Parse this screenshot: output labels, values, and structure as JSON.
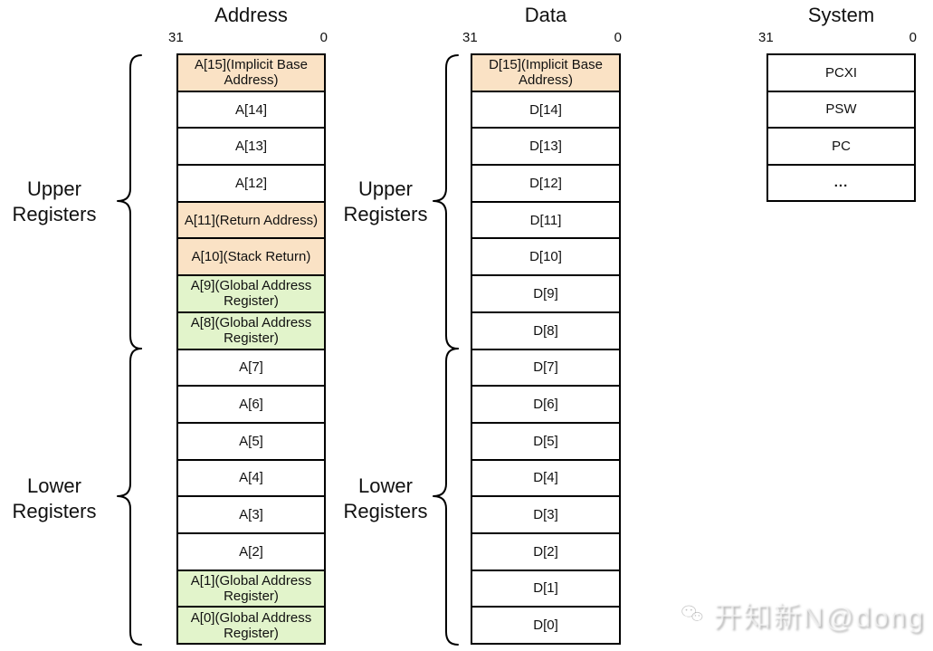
{
  "colors": {
    "orange": "#fae2c5",
    "green": "#e2f4cb",
    "white": "#ffffff"
  },
  "group_labels": {
    "address_upper": [
      "Upper",
      "Registers"
    ],
    "address_lower": [
      "Lower",
      "Registers"
    ],
    "data_upper": [
      "Upper",
      "Registers"
    ],
    "data_lower": [
      "Lower",
      "Registers"
    ]
  },
  "columns": {
    "address": {
      "title": "Address",
      "bit_left": "31",
      "bit_right": "0",
      "cells": [
        {
          "label": "A[15](Implicit Base Address)",
          "color": "orange"
        },
        {
          "label": "A[14]",
          "color": "white"
        },
        {
          "label": "A[13]",
          "color": "white"
        },
        {
          "label": "A[12]",
          "color": "white"
        },
        {
          "label": "A[11](Return Address)",
          "color": "orange"
        },
        {
          "label": "A[10](Stack Return)",
          "color": "orange"
        },
        {
          "label": "A[9](Global Address Register)",
          "color": "green"
        },
        {
          "label": "A[8](Global Address Register)",
          "color": "green"
        },
        {
          "label": "A[7]",
          "color": "white"
        },
        {
          "label": "A[6]",
          "color": "white"
        },
        {
          "label": "A[5]",
          "color": "white"
        },
        {
          "label": "A[4]",
          "color": "white"
        },
        {
          "label": "A[3]",
          "color": "white"
        },
        {
          "label": "A[2]",
          "color": "white"
        },
        {
          "label": "A[1](Global Address Register)",
          "color": "green"
        },
        {
          "label": "A[0](Global Address Register)",
          "color": "green"
        }
      ]
    },
    "data": {
      "title": "Data",
      "bit_left": "31",
      "bit_right": "0",
      "cells": [
        {
          "label": "D[15](Implicit Base Address)",
          "color": "orange"
        },
        {
          "label": "D[14]",
          "color": "white"
        },
        {
          "label": "D[13]",
          "color": "white"
        },
        {
          "label": "D[12]",
          "color": "white"
        },
        {
          "label": "D[11]",
          "color": "white"
        },
        {
          "label": "D[10]",
          "color": "white"
        },
        {
          "label": "D[9]",
          "color": "white"
        },
        {
          "label": "D[8]",
          "color": "white"
        },
        {
          "label": "D[7]",
          "color": "white"
        },
        {
          "label": "D[6]",
          "color": "white"
        },
        {
          "label": "D[5]",
          "color": "white"
        },
        {
          "label": "D[4]",
          "color": "white"
        },
        {
          "label": "D[3]",
          "color": "white"
        },
        {
          "label": "D[2]",
          "color": "white"
        },
        {
          "label": "D[1]",
          "color": "white"
        },
        {
          "label": "D[0]",
          "color": "white"
        }
      ]
    },
    "system": {
      "title": "System",
      "bit_left": "31",
      "bit_right": "0",
      "cells": [
        {
          "label": "PCXI",
          "color": "white"
        },
        {
          "label": "PSW",
          "color": "white"
        },
        {
          "label": "PC",
          "color": "white"
        },
        {
          "label": "...",
          "color": "white",
          "bold": true
        }
      ]
    }
  },
  "watermark": {
    "text": "开知新N@dong",
    "icon": "wechat-icon"
  }
}
